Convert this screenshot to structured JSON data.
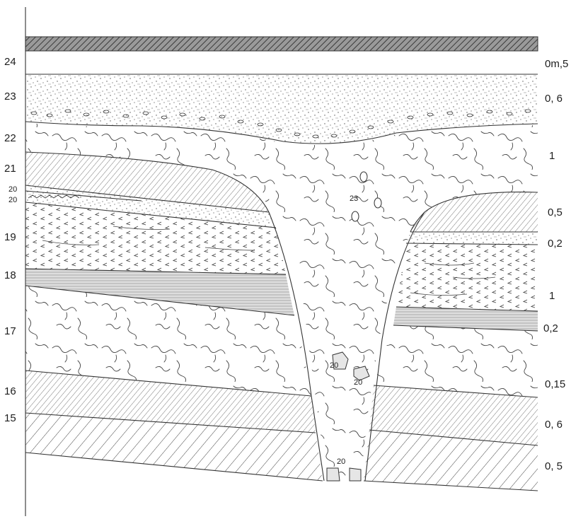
{
  "layers_left": [
    {
      "id": "24",
      "label": "24"
    },
    {
      "id": "23",
      "label": "23"
    },
    {
      "id": "22",
      "label": "22"
    },
    {
      "id": "21",
      "label": "21"
    },
    {
      "id": "20a",
      "label": "20"
    },
    {
      "id": "20b",
      "label": "20"
    },
    {
      "id": "19",
      "label": "19"
    },
    {
      "id": "18",
      "label": "18"
    },
    {
      "id": "17",
      "label": "17"
    },
    {
      "id": "16",
      "label": "16"
    },
    {
      "id": "15",
      "label": "15"
    }
  ],
  "thickness_right": [
    {
      "id": "t24",
      "label": "0m,5"
    },
    {
      "id": "t23",
      "label": "0, 6"
    },
    {
      "id": "t22",
      "label": "1"
    },
    {
      "id": "t21",
      "label": "0,5"
    },
    {
      "id": "t20",
      "label": "0,2"
    },
    {
      "id": "t19",
      "label": "1"
    },
    {
      "id": "t18",
      "label": "0,2"
    },
    {
      "id": "t17",
      "label": "0,15"
    },
    {
      "id": "t16",
      "label": "0, 6"
    },
    {
      "id": "t15",
      "label": "0, 5"
    }
  ],
  "inclusions": [
    {
      "id": "inc23",
      "label": "23"
    },
    {
      "id": "inc20a",
      "label": "20"
    },
    {
      "id": "inc20b",
      "label": "20"
    },
    {
      "id": "inc20c",
      "label": "20"
    }
  ]
}
